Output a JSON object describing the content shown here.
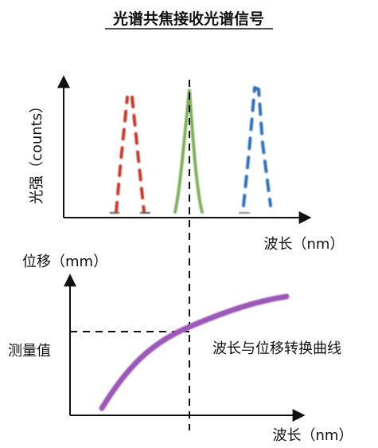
{
  "title": "光谱共焦接收光谱信号",
  "top_plot": {
    "y_label": "光强（counts）",
    "x_label": "波长（nm）"
  },
  "bottom_plot": {
    "y_label": "位移（mm）",
    "x_label": "波长（nm）",
    "measured_value_label": "测量值",
    "curve_label": "波长与位移转换曲线"
  },
  "colors": {
    "red_peak": "#c0392b",
    "green_peak": "#7fae5a",
    "blue_peak": "#2e6fb5",
    "curve": "#9b59b6",
    "axis": "#111111"
  }
}
